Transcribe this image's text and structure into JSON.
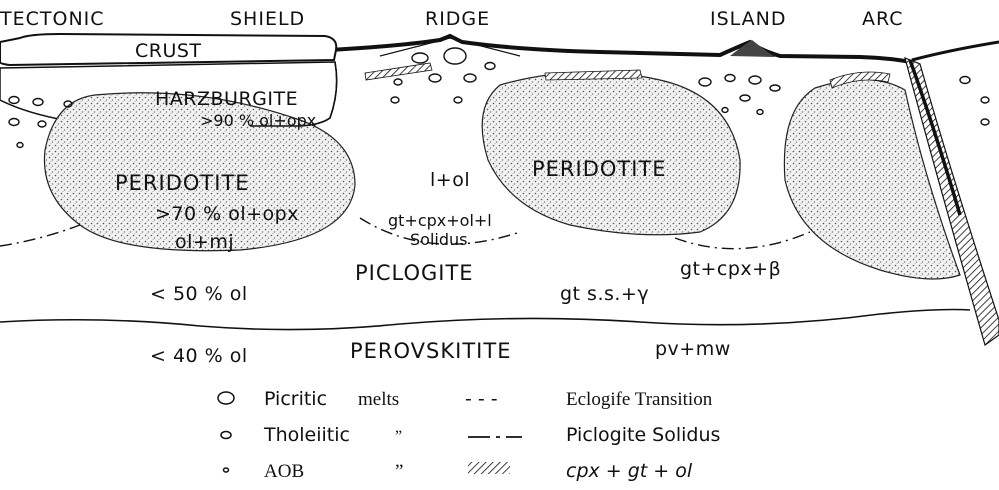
{
  "header": {
    "tectonic": "TECTONIC",
    "shield": "SHIELD",
    "ridge": "RIDGE",
    "island": "ISLAND",
    "arc": "ARC"
  },
  "labels": {
    "crust": "CRUST",
    "harzburgite": "HARZBURGITE",
    "harzburgite_comp": ">90 % ol+opx",
    "peridotite_left": "PERIDOTITE",
    "peridotite_left_comp": ">70 % ol+opx",
    "ol_mj": "ol+mj",
    "l_ol": "l+ol",
    "gt_cpx_ol_l": "gt+cpx+ol+l",
    "solidus": "Solidus",
    "peridotite_mid": "PERIDOTITE",
    "gt_cpx_beta": "gt+cpx+β",
    "piclogite": "PICLOGITE",
    "lt50": "< 50 % ol",
    "gt_ss_gamma": "gt s.s.+γ",
    "lt40": "< 40 % ol",
    "perovskitite": "PEROVSKITITE",
    "pv_mw": "pv+mw"
  },
  "legend": {
    "picritic": "Picritic",
    "melts": "melts",
    "dash": "- - -",
    "eclogite": "Eclogife Transition",
    "tholeiitic": "Tholeiitic",
    "ditto1": "”",
    "piclogite_solidus": "Piclogite Solidus",
    "aob": "AOB",
    "ditto2": "”",
    "cpx_gt_ol": "cpx + gt + ol"
  }
}
